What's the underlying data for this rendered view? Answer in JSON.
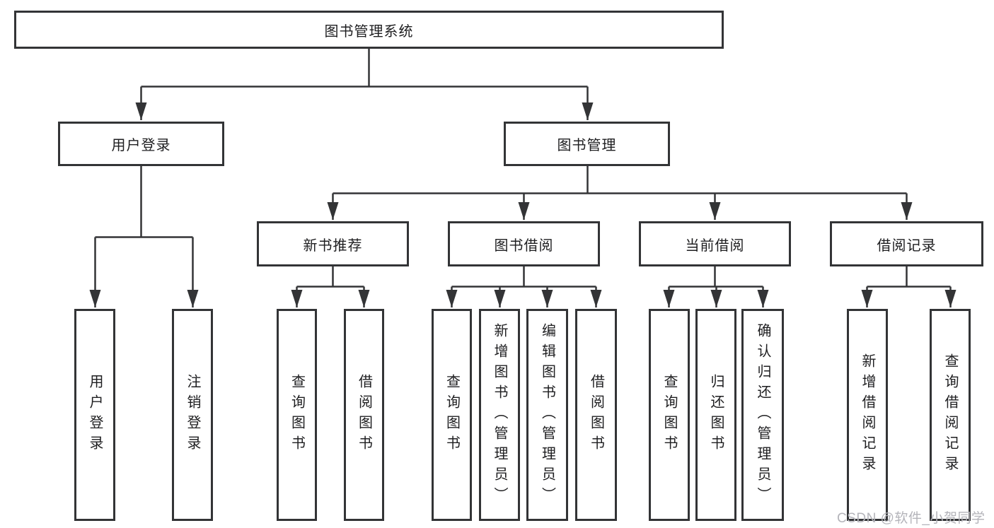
{
  "colors": {
    "line": "#333436",
    "box_border": "#333436",
    "text": "#1e1e20",
    "background": "#ffffff",
    "watermark": "#b4b4ba"
  },
  "tree": {
    "root": "图书管理系统",
    "user_login": {
      "label": "用户登录",
      "children": [
        "用户登录",
        "注销登录"
      ]
    },
    "book_management": {
      "label": "图书管理",
      "groups": [
        {
          "label": "新书推荐",
          "children": [
            "查询图书",
            "借阅图书"
          ]
        },
        {
          "label": "图书借阅",
          "children": [
            "查询图书",
            "新增图书（管理员）",
            "编辑图书（管理员）",
            "借阅图书"
          ]
        },
        {
          "label": "当前借阅",
          "children": [
            "查询图书",
            "归还图书",
            "确认归还（管理员）"
          ]
        },
        {
          "label": "借阅记录",
          "children": [
            "新增借阅记录",
            "查询借阅记录"
          ]
        }
      ]
    }
  },
  "watermark": {
    "text": "CSDN @软件_小贺同学"
  }
}
